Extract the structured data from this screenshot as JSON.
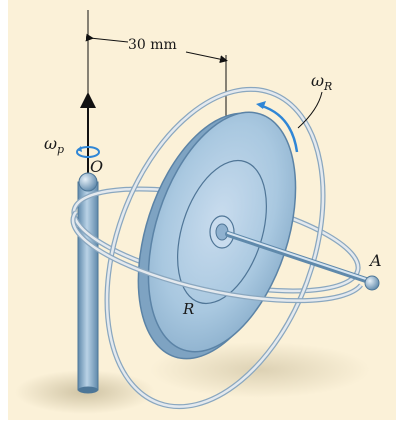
{
  "dimension": {
    "text": "30 mm"
  },
  "labels": {
    "omega_p": {
      "base": "ω",
      "sub": "p"
    },
    "omega_R": {
      "base": "ω",
      "sub": "R"
    },
    "point_O": "O",
    "point_A": "A",
    "disk_R": "R"
  },
  "colors": {
    "background": "#fbf1d8",
    "disk": "#a9c8e0",
    "disk_edge": "#6b8fae",
    "rod": "#7fa7c7",
    "ring": "#dfe4ea",
    "arrow_blue": "#2f86d6"
  },
  "icons": [
    "precession-arrow-icon",
    "spin-arrow-icon",
    "vertical-axis-arrow-icon"
  ]
}
